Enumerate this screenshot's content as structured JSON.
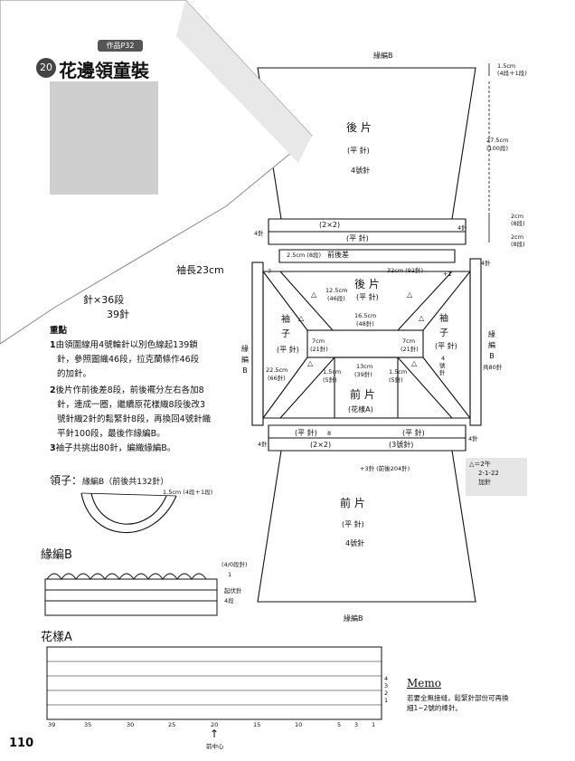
{
  "page_number": "110",
  "pattern_ref": "作品P32",
  "pattern_no": "20",
  "title": "花邊領童裝",
  "spec_line1": "袖長23cm",
  "spec_line2": "針×36段",
  "spec_line3": "39針",
  "section_head": "重點",
  "steps": [
    {
      "num": "1",
      "text": "由領圍線用4號輪針以別色線起139鎖",
      "cont": [
        "針，參照圖織46段，拉克蘭條作46段",
        "的加針。"
      ]
    },
    {
      "num": "2",
      "text": "後片作前後差8段，前後襬分左右各加8",
      "cont": [
        "針，連成一圈，繼續原花樣織8段後改3",
        "號針織2針的鬆緊針8段，再換回4號針織",
        "平針100段，最後作緣編B。"
      ]
    },
    {
      "num": "3",
      "text": "袖子共挑出80針，編織緣編B。",
      "cont": []
    }
  ],
  "collar": {
    "title": "領子：",
    "note": "緣編B（前後共132針）",
    "width": "1.5cm (4段＋1段)"
  },
  "edge_b": {
    "title": "緣編B",
    "rep": "(4/0段針)",
    "one": "1",
    "bind_off": "起伏針",
    "rows": "4段"
  },
  "pattern_a": {
    "title": "花樣A",
    "axis": [
      "39",
      "35",
      "30",
      "25",
      "20",
      "15",
      "10",
      "5",
      "3",
      "1"
    ],
    "rows": [
      "4",
      "3",
      "2",
      "1"
    ],
    "center": "前中心"
  },
  "memo": {
    "title": "Memo",
    "line1": "若要全無接縫，鬆緊針部份可再換",
    "line2": "細1~2號的棒針。"
  },
  "diagram": {
    "edge_top": "緣編B",
    "back_top_dim": "1.5cm",
    "back_top_rows": "(4段＋1段)",
    "back_len": "27.5cm",
    "back_len_rows": "(100段)",
    "rib_h": "2cm",
    "rib_rows": "(8段)",
    "rib_h2": "2cm",
    "rib_rows2": "(8段)",
    "back_title": "後 片",
    "back_stitch": "(平 針)",
    "back_needle": "4號針",
    "rib_back": "(2×2)",
    "rib_back2": "(平 針)",
    "four_l": "4針",
    "four_r": "4針",
    "four_r2": "4針",
    "diff_w": "2.5cm (8段)",
    "diff": "前後差",
    "diff_st": "32cm (92針)",
    "seven_l": "7",
    "plus": "+1",
    "yoke_back": "後 片",
    "yoke_stitch": "(平 針)",
    "yoke_w": "12.5cm",
    "yoke_w_rows": "(46段)",
    "neck_w": "16.5cm",
    "neck_st": "(48針)",
    "sleeve_l_a": "袖",
    "sleeve_l_b": "子",
    "sleeve_l_st": "(平 針)",
    "sleeve_r_a": "袖",
    "sleeve_r_b": "子",
    "sleeve_r_st": "(平 針)",
    "sleeve_r_n1": "4",
    "sleeve_r_n2": "號",
    "sleeve_r_n3": "針",
    "edge_l": "緣 編 B",
    "edge_r": "緣 編 B",
    "edge_r_st": "共80針",
    "seven_cm": "7cm",
    "seven_st": "(21針)",
    "seven_cm_r": "7cm",
    "seven_st_r": "(21針)",
    "raglan_l": "22.5cm",
    "raglan_l_st": "(66針)",
    "c1": "1.5cm",
    "c1_st": "(5針)",
    "c2": "13cm",
    "c2_st": "(39針)",
    "c3": "1.5cm",
    "c3_st": "(5針)",
    "front_yoke": "前 片",
    "front_yoke_p": "(花樣A)",
    "rib_front": "(平 針)",
    "rib_front_r": "(平 針)",
    "eight": "8",
    "rib_22_l": "(2×2)",
    "rib_22_r": "(3號針)",
    "four_bl": "4針",
    "four_br": "4針",
    "front_total": "+3針 (前後204針)",
    "tri_note1": "△＝2午",
    "tri_note2": "2-1-22",
    "tri_note3": "加針",
    "front_title": "前 片",
    "front_stitch": "(平 針)",
    "front_needle": "4號針",
    "edge_bottom": "緣編B"
  }
}
